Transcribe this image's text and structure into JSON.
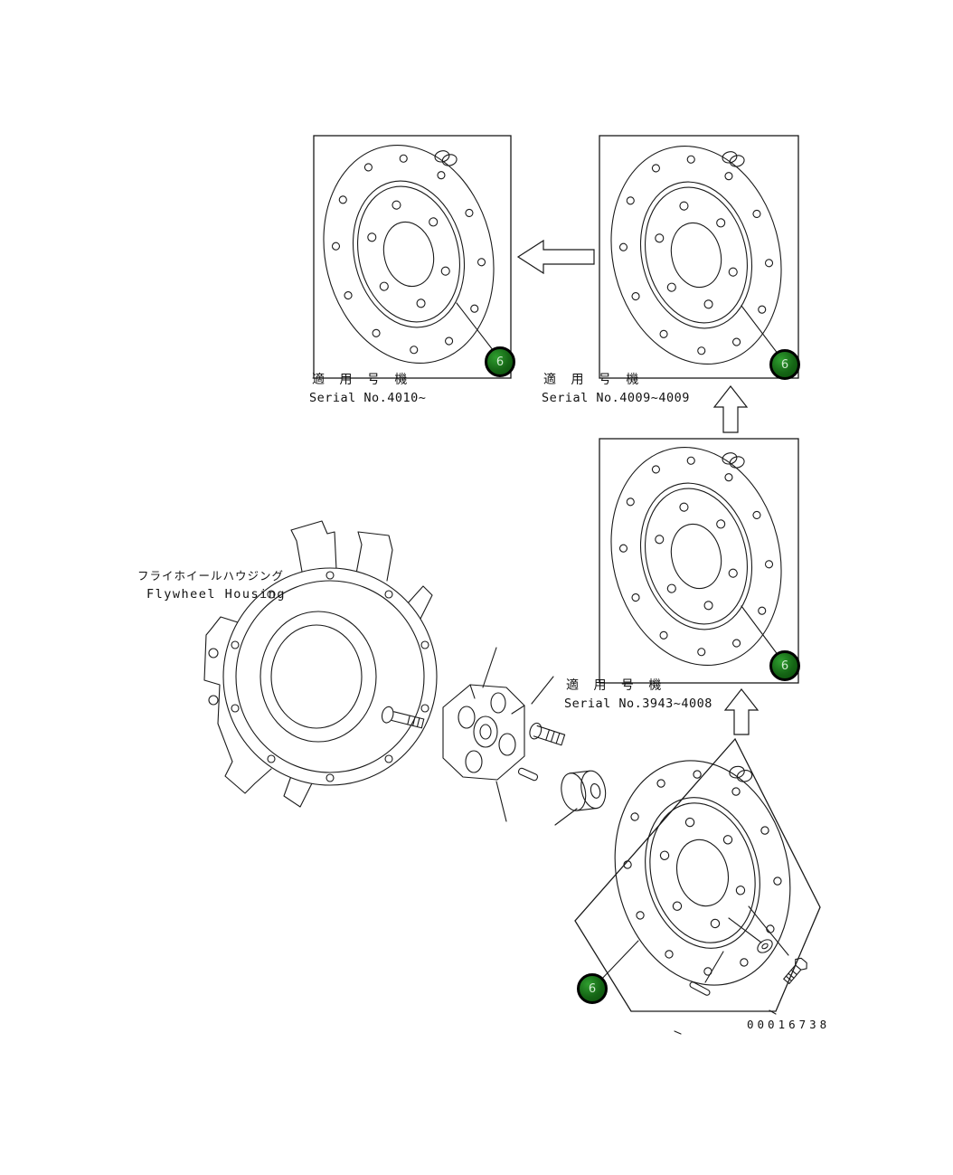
{
  "document": {
    "doc_number": "00016738"
  },
  "callout": {
    "number": "6"
  },
  "panels": [
    {
      "name": "serial-4010",
      "label_jp": "適 用 号 機",
      "serial": "Serial No.4010~"
    },
    {
      "name": "serial-4009",
      "label_jp": "適 用 号 機",
      "serial": "Serial No.4009~4009"
    },
    {
      "name": "serial-3943-4008",
      "label_jp": "適 用 号 機",
      "serial": "Serial No.3943~4008"
    },
    {
      "name": "current-model"
    }
  ],
  "flywheel_housing": {
    "label_jp": "フライホイールハウジング",
    "label_en": "Flywheel Housing"
  },
  "colors": {
    "badge_green": "#156515",
    "line": "#1a1a1a",
    "background": "#ffffff"
  }
}
